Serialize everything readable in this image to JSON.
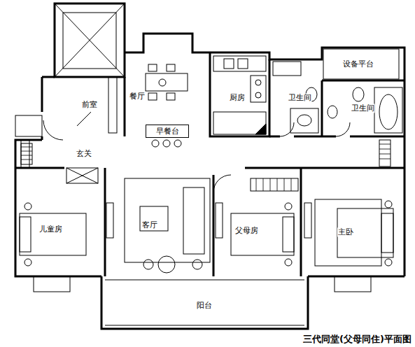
{
  "diagram": {
    "caption": "三代同堂(父母同住)平面图",
    "nodes": [
      {
        "text": [
          "早餐台"
        ]
      }
    ],
    "labels": [
      "前室",
      "餐厅",
      "厨房",
      "卫生间",
      "设备平台",
      "卫生间",
      "玄关",
      "儿童房",
      "客厅",
      "父母房",
      "主卧",
      "阳台"
    ]
  }
}
